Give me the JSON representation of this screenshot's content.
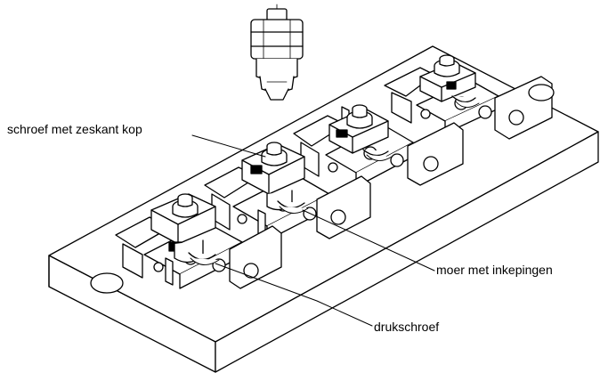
{
  "labels": {
    "hex_screw": "schroef met zeskant kop",
    "notched_nut": "moer met inkepingen",
    "pressure_screw": "drukschroef"
  }
}
